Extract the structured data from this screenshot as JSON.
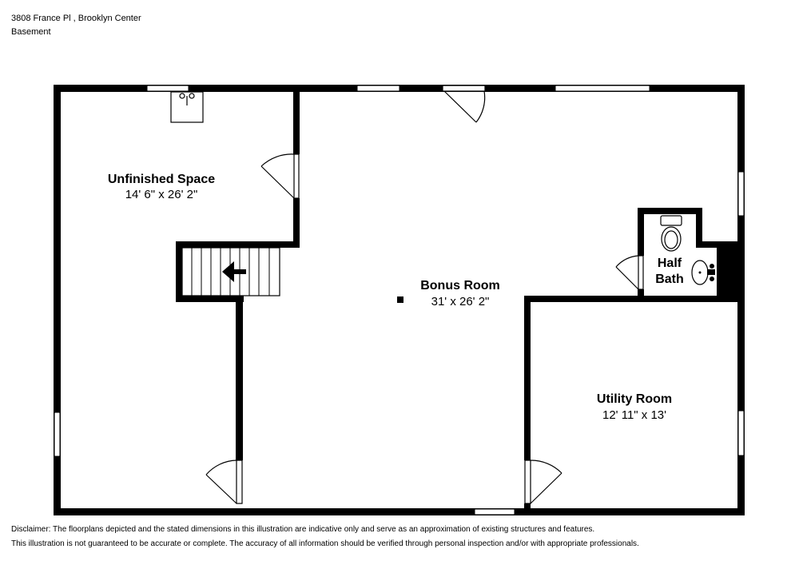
{
  "header": {
    "address": "3808 France Pl , Brooklyn Center",
    "level": "Basement"
  },
  "rooms": {
    "unfinished_space": {
      "name": "Unfinished Space",
      "dimensions": "14' 6\" x 26' 2\""
    },
    "bonus_room": {
      "name": "Bonus Room",
      "dimensions": "31' x 26' 2\""
    },
    "utility_room": {
      "name": "Utility Room",
      "dimensions": "12' 11\" x 13'"
    },
    "half_bath": {
      "name_line1": "Half",
      "name_line2": "Bath"
    }
  },
  "disclaimer": {
    "line1": "Disclaimer: The floorplans depicted and the stated dimensions in this illustration are indicative only and serve as an approximation of existing structures and features.",
    "line2": "This illustration is not guaranteed to be accurate or complete. The accuracy of all information should be verified through personal inspection and/or with appropriate professionals."
  },
  "colors": {
    "wall": "#000000",
    "background": "#ffffff"
  }
}
